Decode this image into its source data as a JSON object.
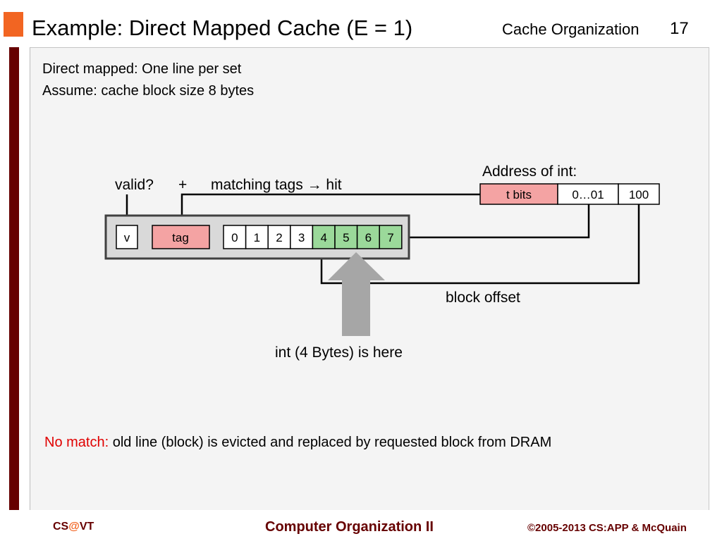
{
  "header": {
    "title": "Example: Direct Mapped Cache (E = 1)",
    "section": "Cache Organization",
    "page_number": "17"
  },
  "body": {
    "lines": [
      "Direct mapped: One line per set",
      "Assume: cache block size 8 bytes"
    ]
  },
  "diagram": {
    "address_label": "Address of int:",
    "address_fields": [
      "t bits",
      "0…01",
      "100"
    ],
    "valid_label": "valid?",
    "plus_label": "+",
    "match_label": "matching tags → hit",
    "cache_line": {
      "valid": "v",
      "tag": "tag",
      "bytes": [
        "0",
        "1",
        "2",
        "3",
        "4",
        "5",
        "6",
        "7"
      ],
      "int_bytes": [
        4,
        5,
        6,
        7
      ]
    },
    "offset_label": "block offset",
    "arrow_caption": "int (4 Bytes) is here"
  },
  "note": {
    "highlight": "No match:",
    "text": "old line (block) is evicted and replaced by requested block from DRAM"
  },
  "footer": {
    "left_prefix": "CS",
    "left_at": "@",
    "left_suffix": "VT",
    "center": "Computer Organization II",
    "right": "©2005-2013 CS:APP & McQuain"
  },
  "colors": {
    "accent": "#F26522",
    "maroon": "#660000",
    "tag_fill": "#F4A3A3",
    "int_fill": "#9BD99A",
    "no_match": "#E00000",
    "arrow": "#A6A6A6"
  }
}
